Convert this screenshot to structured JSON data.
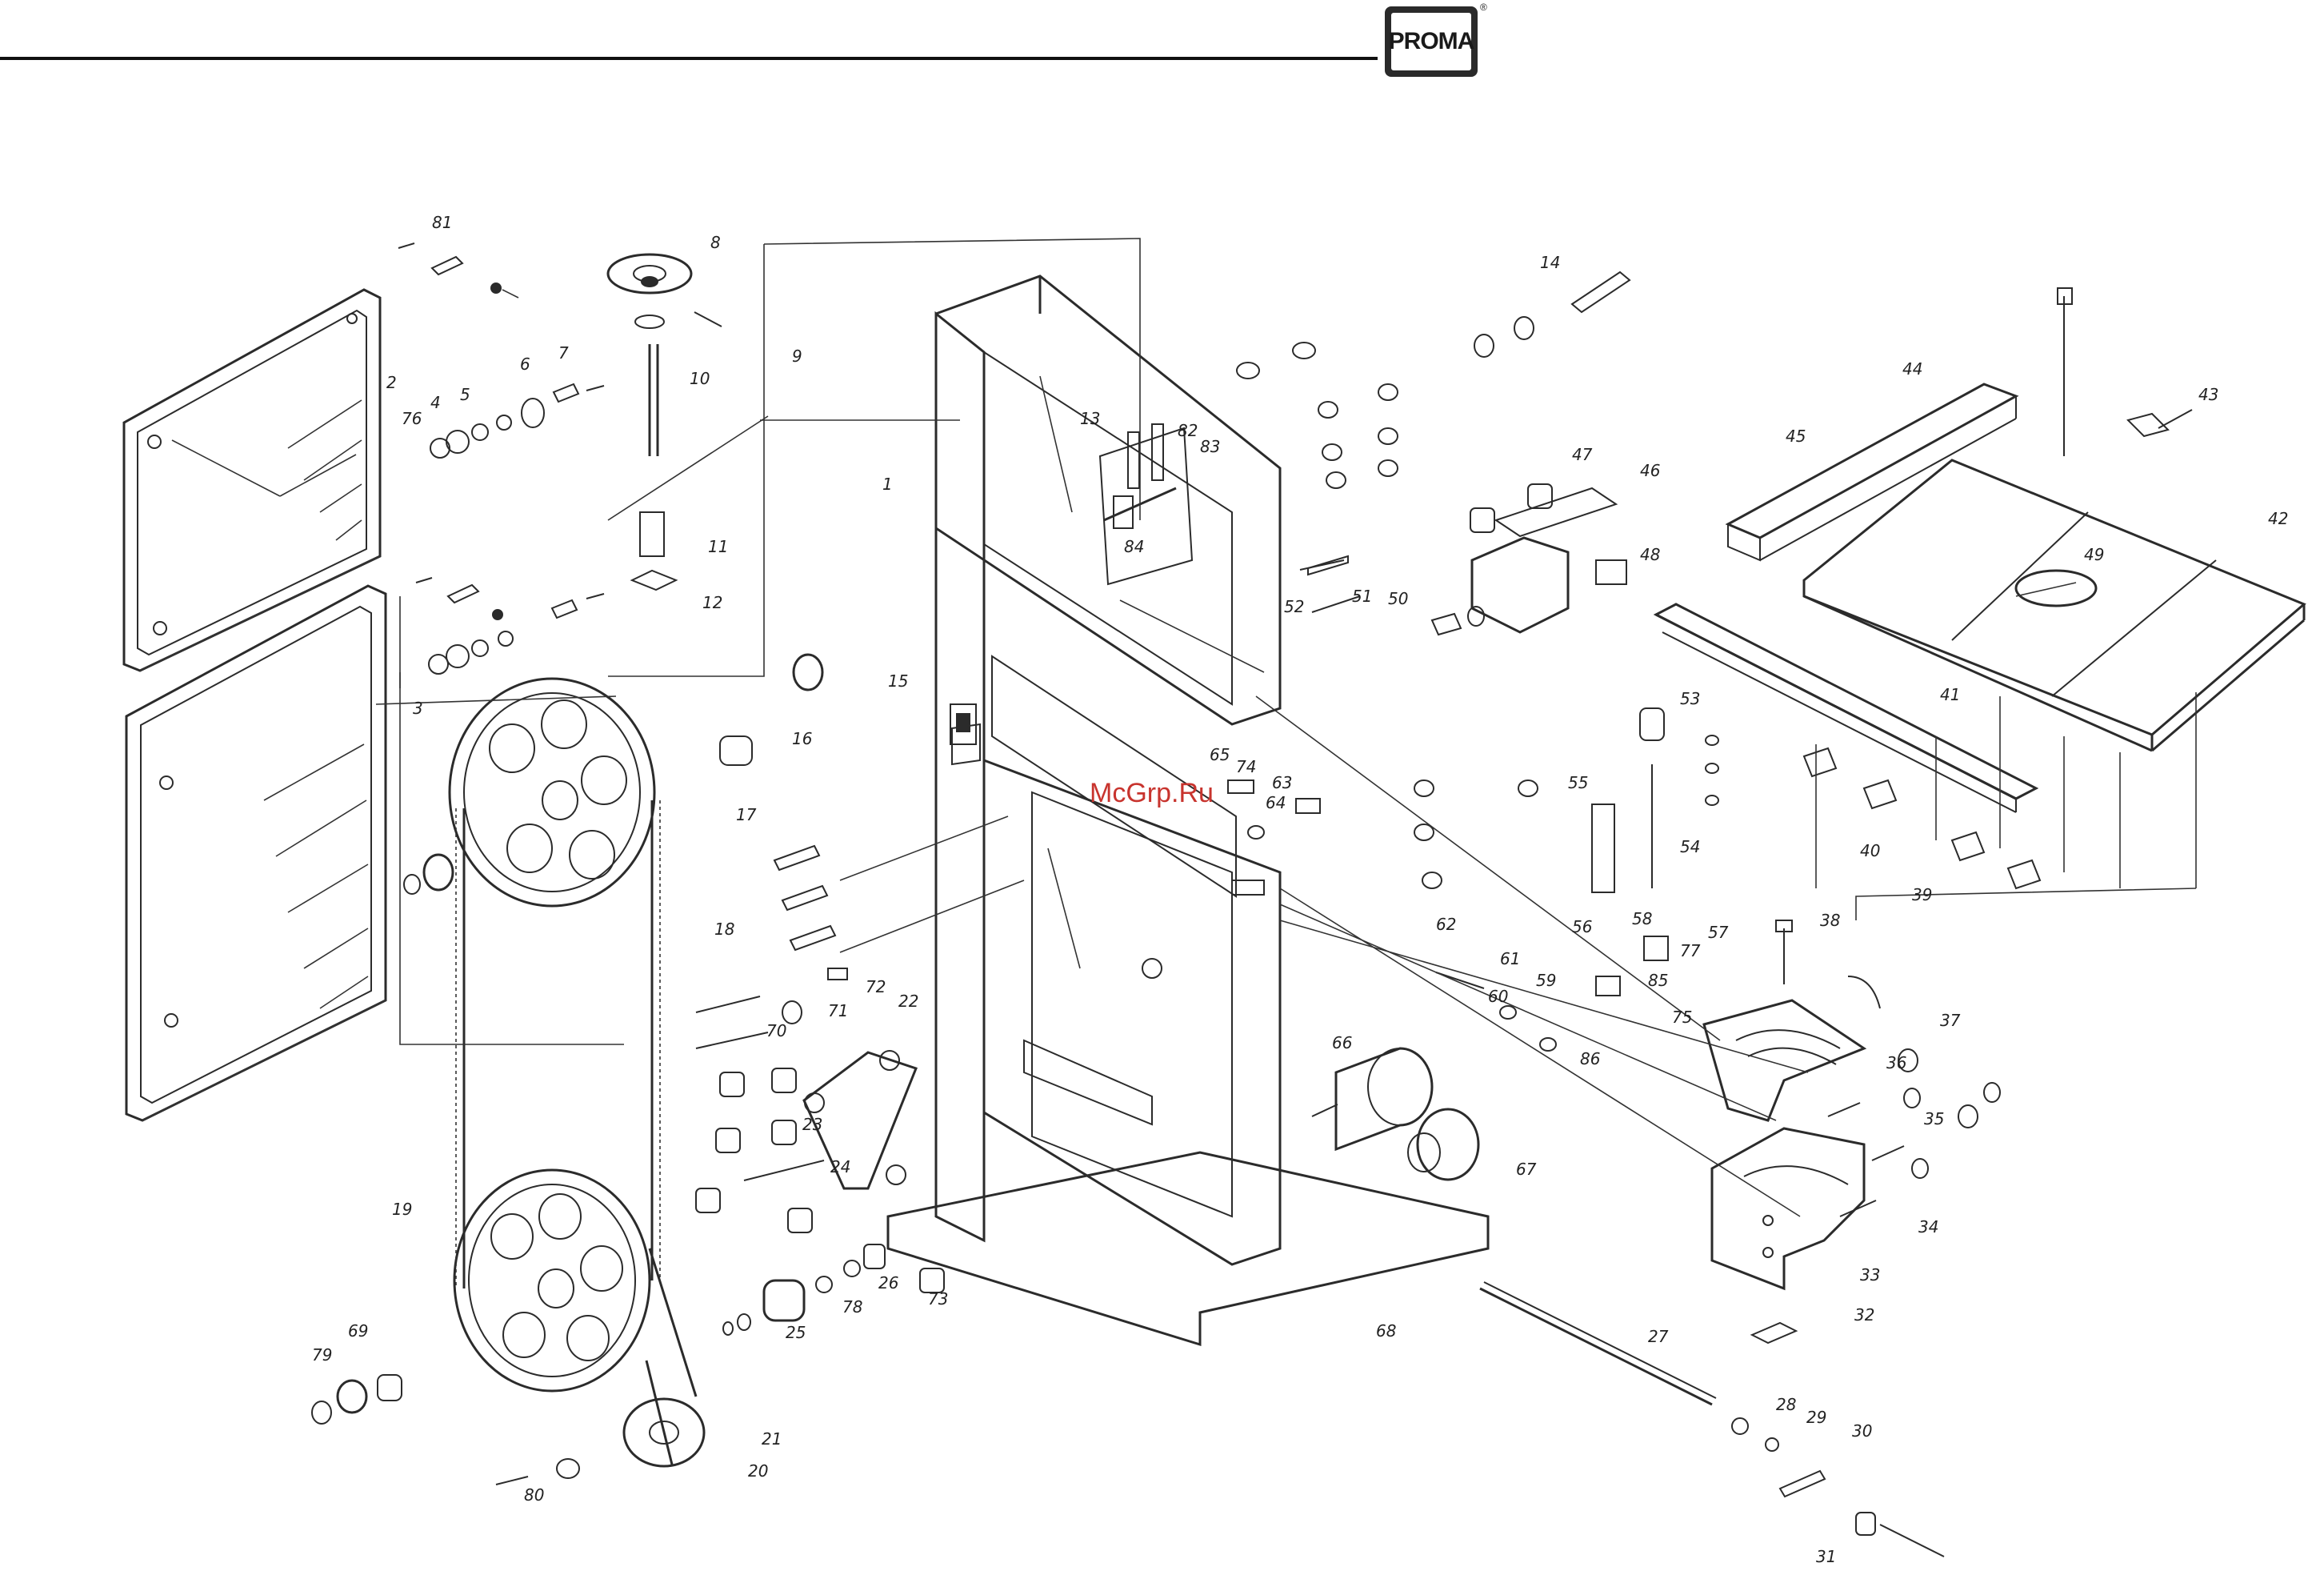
{
  "header": {
    "brand": "PROMA",
    "registered": "®"
  },
  "watermark": "McGrp.Ru",
  "callouts": [
    {
      "id": "c81",
      "text": "81"
    },
    {
      "id": "c8",
      "text": "8"
    },
    {
      "id": "c9",
      "text": "9"
    },
    {
      "id": "c10",
      "text": "10"
    },
    {
      "id": "c2",
      "text": "2"
    },
    {
      "id": "c76",
      "text": "76"
    },
    {
      "id": "c4",
      "text": "4"
    },
    {
      "id": "c5",
      "text": "5"
    },
    {
      "id": "c6",
      "text": "6"
    },
    {
      "id": "c7",
      "text": "7"
    },
    {
      "id": "c11",
      "text": "11"
    },
    {
      "id": "c12",
      "text": "12"
    },
    {
      "id": "c1",
      "text": "1"
    },
    {
      "id": "c13",
      "text": "13"
    },
    {
      "id": "c82",
      "text": "82"
    },
    {
      "id": "c83",
      "text": "83"
    },
    {
      "id": "c84",
      "text": "84"
    },
    {
      "id": "c14",
      "text": "14"
    },
    {
      "id": "c3",
      "text": "3"
    },
    {
      "id": "c15",
      "text": "15"
    },
    {
      "id": "c16",
      "text": "16"
    },
    {
      "id": "c17",
      "text": "17"
    },
    {
      "id": "c18",
      "text": "18"
    },
    {
      "id": "c19",
      "text": "19"
    },
    {
      "id": "c20",
      "text": "20"
    },
    {
      "id": "c21",
      "text": "21"
    },
    {
      "id": "c22",
      "text": "22"
    },
    {
      "id": "c23",
      "text": "23"
    },
    {
      "id": "c24",
      "text": "24"
    },
    {
      "id": "c25",
      "text": "25"
    },
    {
      "id": "c26",
      "text": "26"
    },
    {
      "id": "c27",
      "text": "27"
    },
    {
      "id": "c28",
      "text": "28"
    },
    {
      "id": "c29",
      "text": "29"
    },
    {
      "id": "c30",
      "text": "30"
    },
    {
      "id": "c31",
      "text": "31"
    },
    {
      "id": "c32",
      "text": "32"
    },
    {
      "id": "c33",
      "text": "33"
    },
    {
      "id": "c34",
      "text": "34"
    },
    {
      "id": "c35",
      "text": "35"
    },
    {
      "id": "c36",
      "text": "36"
    },
    {
      "id": "c37",
      "text": "37"
    },
    {
      "id": "c38",
      "text": "38"
    },
    {
      "id": "c39",
      "text": "39"
    },
    {
      "id": "c40",
      "text": "40"
    },
    {
      "id": "c41",
      "text": "41"
    },
    {
      "id": "c42",
      "text": "42"
    },
    {
      "id": "c43",
      "text": "43"
    },
    {
      "id": "c44",
      "text": "44"
    },
    {
      "id": "c45",
      "text": "45"
    },
    {
      "id": "c46",
      "text": "46"
    },
    {
      "id": "c47",
      "text": "47"
    },
    {
      "id": "c48",
      "text": "48"
    },
    {
      "id": "c49",
      "text": "49"
    },
    {
      "id": "c50",
      "text": "50"
    },
    {
      "id": "c51",
      "text": "51"
    },
    {
      "id": "c52",
      "text": "52"
    },
    {
      "id": "c53",
      "text": "53"
    },
    {
      "id": "c54",
      "text": "54"
    },
    {
      "id": "c55",
      "text": "55"
    },
    {
      "id": "c56",
      "text": "56"
    },
    {
      "id": "c57",
      "text": "57"
    },
    {
      "id": "c58",
      "text": "58"
    },
    {
      "id": "c59",
      "text": "59"
    },
    {
      "id": "c60",
      "text": "60"
    },
    {
      "id": "c61",
      "text": "61"
    },
    {
      "id": "c62",
      "text": "62"
    },
    {
      "id": "c63",
      "text": "63"
    },
    {
      "id": "c64",
      "text": "64"
    },
    {
      "id": "c65",
      "text": "65"
    },
    {
      "id": "c66",
      "text": "66"
    },
    {
      "id": "c67",
      "text": "67"
    },
    {
      "id": "c68",
      "text": "68"
    },
    {
      "id": "c69",
      "text": "69"
    },
    {
      "id": "c70",
      "text": "70"
    },
    {
      "id": "c71",
      "text": "71"
    },
    {
      "id": "c72",
      "text": "72"
    },
    {
      "id": "c73",
      "text": "73"
    },
    {
      "id": "c74",
      "text": "74"
    },
    {
      "id": "c75",
      "text": "75"
    },
    {
      "id": "c77",
      "text": "77"
    },
    {
      "id": "c78",
      "text": "78"
    },
    {
      "id": "c79",
      "text": "79"
    },
    {
      "id": "c80",
      "text": "80"
    },
    {
      "id": "c85",
      "text": "85"
    },
    {
      "id": "c86",
      "text": "86"
    }
  ]
}
